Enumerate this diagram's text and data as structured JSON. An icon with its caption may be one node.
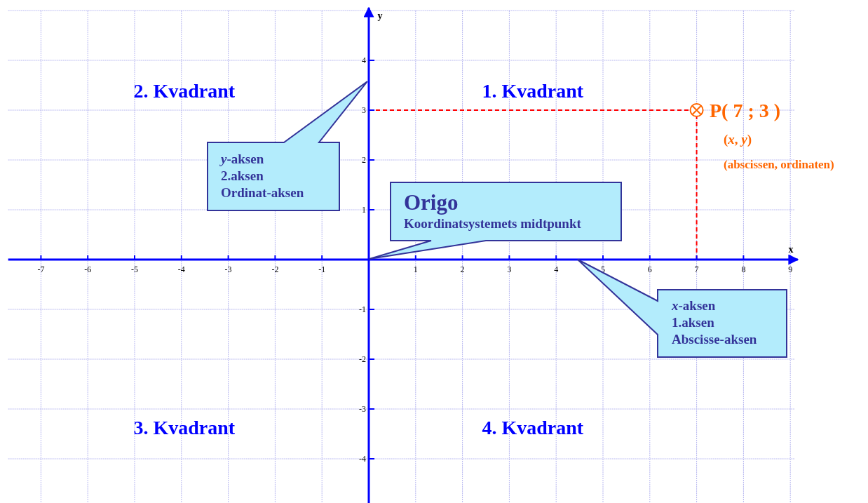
{
  "diagram": {
    "nodes": [
      {
        "text": [
          "*y*-aksen",
          "2.aksen",
          "Ordinat-aksen"
        ]
      },
      {
        "text": [
          "Origo",
          "Koordinatsystemets midtpunkt"
        ]
      },
      {
        "text": [
          "*x*-aksen",
          "1.aksen",
          "Abscisse-aksen"
        ]
      }
    ],
    "labels": [
      "2. Kvadrant",
      "1. Kvadrant",
      "P( 7 ; 3 )",
      "(*x*, *y*)",
      "(abscissen, ordinaten)",
      "3. Kvadrant",
      "4. Kvadrant"
    ],
    "chart_data": {
      "type": "scatter",
      "grid": true,
      "xlabel": "x",
      "ylabel": "y",
      "x": [
        7
      ],
      "series": [
        {
          "color": "#ff6600",
          "values": [
            3
          ]
        }
      ],
      "ref_lines": [
        {
          "axis": "y",
          "value": 3,
          "color": "#ff0000"
        },
        {
          "axis": "x",
          "value": 7,
          "color": "#ff0000"
        }
      ],
      "xlim": [
        -7.7,
        9.1
      ],
      "ylim": [
        -4.9,
        5.0
      ],
      "xticks": [
        -7,
        -6,
        -5,
        -4,
        -3,
        -2,
        -1,
        1,
        2,
        3,
        4,
        5,
        6,
        7,
        8,
        9
      ],
      "yticks": [
        -4,
        -3,
        -2,
        -1,
        1,
        2,
        3,
        4
      ]
    }
  }
}
